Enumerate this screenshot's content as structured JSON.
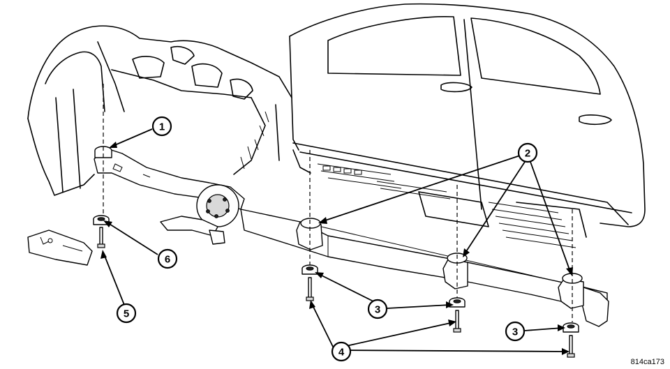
{
  "figure": {
    "code": "814ca173"
  },
  "callouts": [
    {
      "id": "1",
      "label": "1"
    },
    {
      "id": "2",
      "label": "2"
    },
    {
      "id": "3a",
      "label": "3"
    },
    {
      "id": "3b",
      "label": "3"
    },
    {
      "id": "4",
      "label": "4"
    },
    {
      "id": "5",
      "label": "5"
    },
    {
      "id": "6",
      "label": "6"
    }
  ],
  "parts": [
    {
      "callout": "1",
      "icon": "front-mount-bushing-icon"
    },
    {
      "callout": "2",
      "icon": "upper-isolator-icon"
    },
    {
      "callout": "3",
      "icon": "lower-isolator-icon"
    },
    {
      "callout": "4",
      "icon": "mounting-bolt-icon"
    },
    {
      "callout": "5",
      "icon": "mounting-bolt-icon"
    },
    {
      "callout": "6",
      "icon": "lower-isolator-icon"
    }
  ]
}
